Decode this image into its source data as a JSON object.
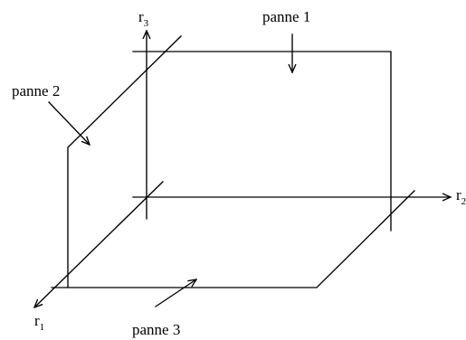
{
  "axes": {
    "r1": {
      "letter": "r",
      "subscript": "1"
    },
    "r2": {
      "letter": "r",
      "subscript": "2"
    },
    "r3": {
      "letter": "r",
      "subscript": "3"
    }
  },
  "panels": [
    {
      "label": "panne 1"
    },
    {
      "label": "panne 2"
    },
    {
      "label": "panne 3"
    }
  ]
}
